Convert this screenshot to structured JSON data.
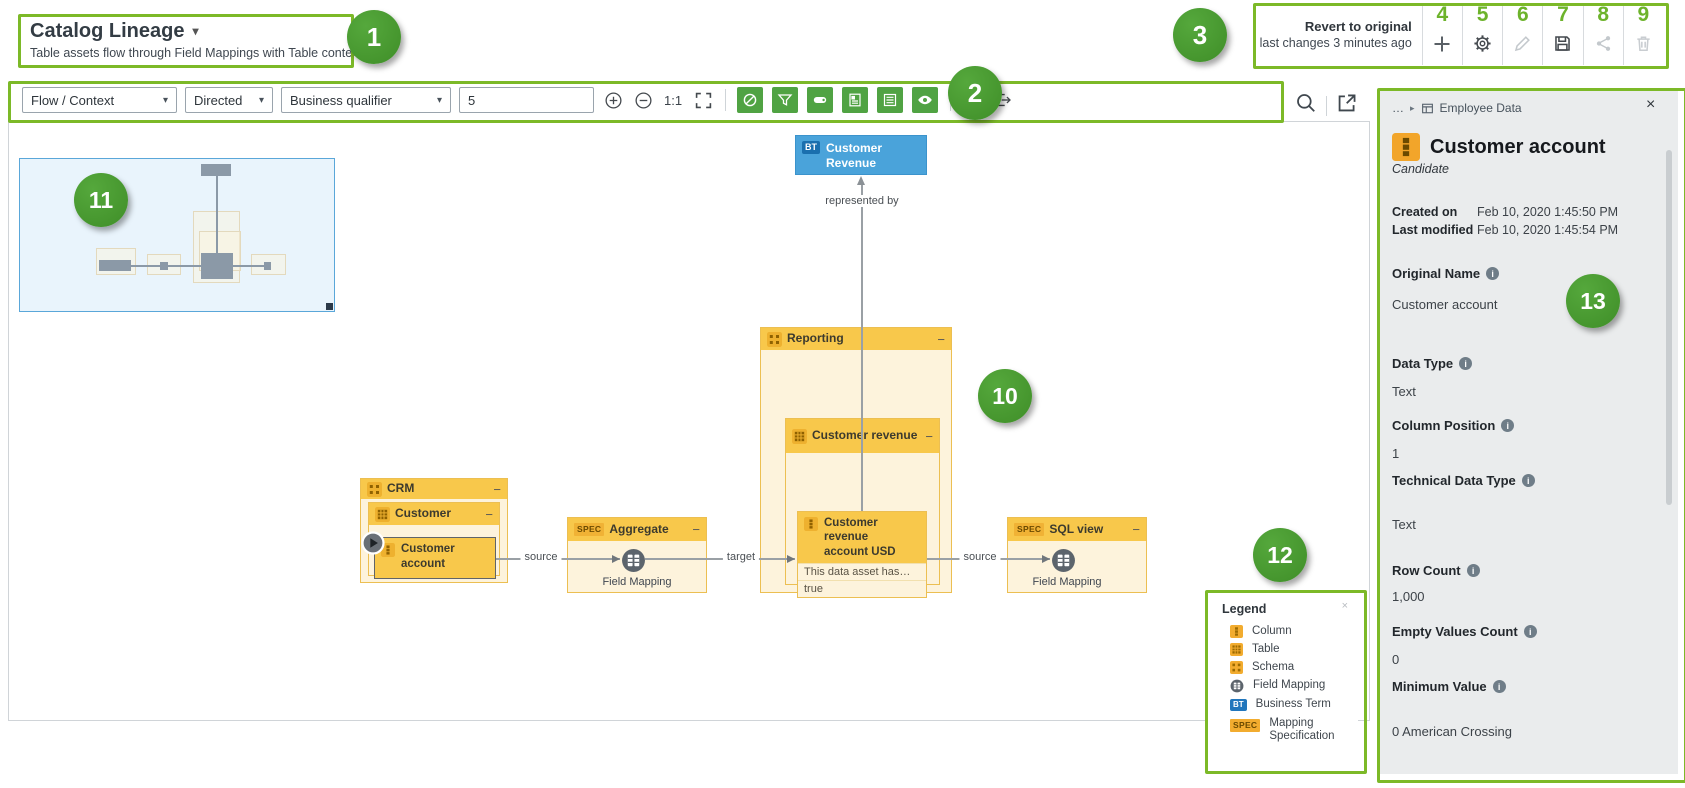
{
  "glyphs": {
    "caret": "▾",
    "minus": "−",
    "close": "×",
    "arrow": "▸",
    "ellipsis": "…",
    "info": "i"
  },
  "callouts": [
    "1",
    "2",
    "3",
    "4",
    "5",
    "6",
    "7",
    "8",
    "9",
    "10",
    "11",
    "12",
    "13"
  ],
  "header": {
    "title": "Catalog Lineage",
    "subtitle": "Table assets flow through Field Mappings with Table context",
    "revert_title": "Revert to original",
    "revert_subtitle": "last changes 3 minutes ago"
  },
  "toolbar": {
    "layout_select": "Flow / Context",
    "direction_select": "Directed",
    "qualifier_select": "Business qualifier",
    "depth_value": "5",
    "zoom_reset": "1:1"
  },
  "diagram": {
    "edge_labels": {
      "represented_by": "represented by",
      "source_left": "source",
      "target": "target",
      "source_right": "source"
    },
    "business_term": {
      "badge": "BT",
      "name": "Customer Revenue"
    },
    "reporting_group": {
      "name": "Reporting"
    },
    "revenue_table": {
      "name": "Customer revenue"
    },
    "revenue_column": {
      "name": "Customer revenue account USD",
      "attr1": "This data asset has…",
      "attr2": "true"
    },
    "crm_group": {
      "name": "CRM"
    },
    "customer_table": {
      "name": "Customer"
    },
    "customer_column": {
      "name": "Customer account"
    },
    "aggregate_node": {
      "badge": "SPEC",
      "name": "Aggregate",
      "caption": "Field Mapping"
    },
    "sqlview_node": {
      "badge": "SPEC",
      "name": "SQL view",
      "caption": "Field Mapping"
    }
  },
  "legend": {
    "title": "Legend",
    "items": [
      {
        "label": "Column"
      },
      {
        "label": "Table"
      },
      {
        "label": "Schema"
      },
      {
        "label": "Field Mapping"
      },
      {
        "label": "Business Term",
        "badge": "BT"
      },
      {
        "label": "Mapping Specification",
        "badge": "SPEC"
      }
    ]
  },
  "panel": {
    "breadcrumb_ellipsis": "…",
    "breadcrumb_item": "Employee Data",
    "title": "Customer account",
    "status": "Candidate",
    "meta": [
      {
        "label": "Created on",
        "value": "Feb 10, 2020 1:45:50 PM"
      },
      {
        "label": "Last modified",
        "value": "Feb 10, 2020 1:45:54 PM"
      }
    ],
    "attributes": [
      {
        "label": "Original Name",
        "value": "Customer account"
      },
      {
        "label": "Data Type",
        "value": "Text"
      },
      {
        "label": "Column Position",
        "value": "1"
      },
      {
        "label": "Technical Data Type",
        "value": "Text"
      },
      {
        "label": "Row Count",
        "value": "1,000"
      },
      {
        "label": "Empty Values Count",
        "value": "0"
      },
      {
        "label": "Minimum Value",
        "value": "0 American Crossing"
      }
    ]
  },
  "colors": {
    "annotation_green": "#7cb928",
    "badge_green": "#44942d",
    "amber_header": "#f8c84b",
    "cream_body": "#fdf3dc",
    "business_term_blue": "#4aa3da",
    "toggle_green": "#50a343",
    "panel_gray": "#eaeced"
  }
}
